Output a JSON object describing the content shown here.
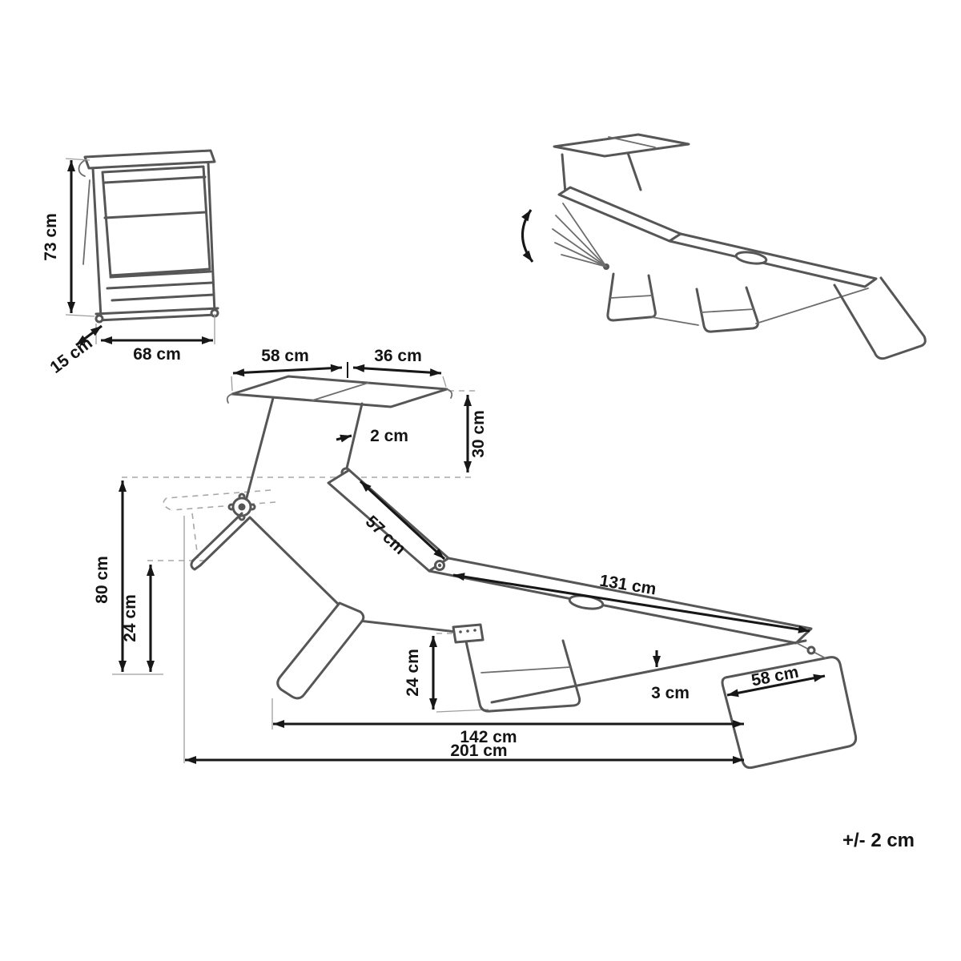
{
  "page": {
    "background": "#ffffff",
    "drawing_line_color": "#565656",
    "dimension_color": "#171717",
    "tolerance_note": "+/- 2 cm"
  },
  "folded_view": {
    "height_label": "73 cm",
    "depth_label": "15 cm",
    "width_label": "68 cm"
  },
  "main_view": {
    "canopy_front_label": "58 cm",
    "canopy_back_label": "36 cm",
    "canopy_pole_label": "2 cm",
    "canopy_height_label": "30 cm",
    "backrest_length_label": "57 cm",
    "bed_length_label": "131 cm",
    "overall_height_label": "80 cm",
    "frame_height_left_label": "24 cm",
    "frame_height_center_label": "24 cm",
    "tube_diameter_label": "3 cm",
    "foot_width_label": "58 cm",
    "leg_span_label": "142 cm",
    "overall_length_label": "201 cm"
  }
}
